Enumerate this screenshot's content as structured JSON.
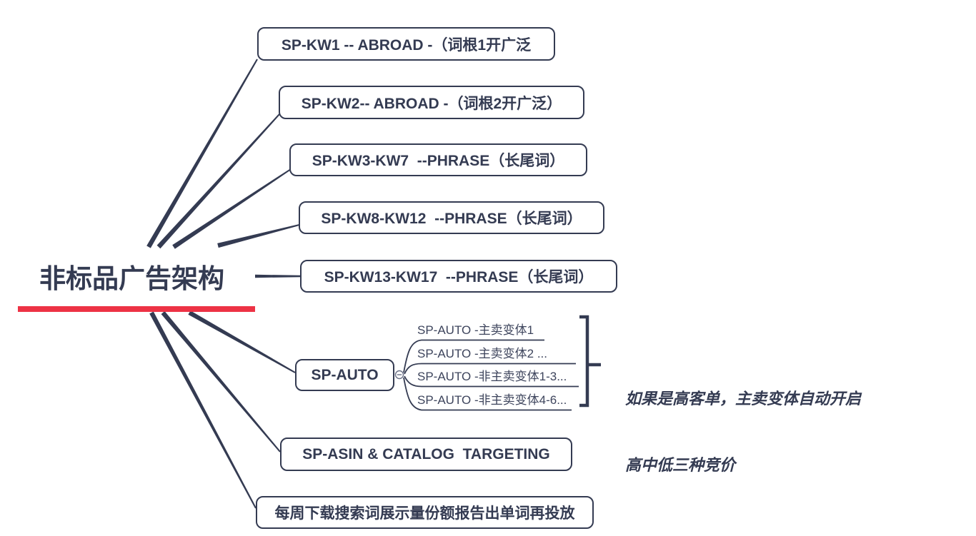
{
  "diagram": {
    "type": "mindmap",
    "central_topic": "非标品广告架构",
    "colors": {
      "node": "#343b52",
      "accent_underline": "#ed3245",
      "background": "#ffffff"
    }
  },
  "branches": [
    {
      "label": "SP-KW1 -- ABROAD -（词根1开广泛"
    },
    {
      "label": "SP-KW2-- ABROAD -（词根2开广泛）"
    },
    {
      "label": "SP-KW3-KW7  --PHRASE（长尾词）"
    },
    {
      "label": "SP-KW8-KW12  --PHRASE（长尾词）"
    },
    {
      "label": "SP-KW13-KW17  --PHRASE（长尾词）"
    },
    {
      "label": "SP-AUTO"
    },
    {
      "label": "SP-ASIN & CATALOG  TARGETING"
    },
    {
      "label": "每周下载搜索词展示量份额报告出单词再投放"
    }
  ],
  "sp_auto_children": [
    {
      "label": "SP-AUTO -主卖变体1"
    },
    {
      "label": "SP-AUTO -主卖变体2 ..."
    },
    {
      "label": "SP-AUTO -非主卖变体1-3..."
    },
    {
      "label": "SP-AUTO -非主卖变体4-6..."
    }
  ],
  "summary_note": {
    "line1": "如果是高客单，主卖变体自动开启",
    "line2": "高中低三种竞价"
  },
  "icons": {
    "collapse": "minus-circle"
  }
}
